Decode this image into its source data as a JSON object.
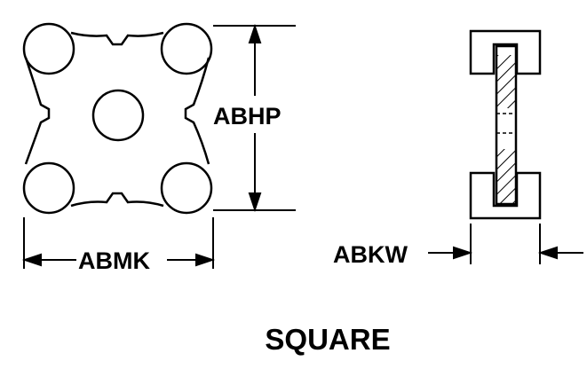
{
  "labels": {
    "height_dim": "ABHP",
    "width_dim": "ABMK",
    "thickness_dim": "ABKW",
    "caption": "SQUARE"
  },
  "colors": {
    "line": "#000000",
    "background": "#ffffff"
  }
}
